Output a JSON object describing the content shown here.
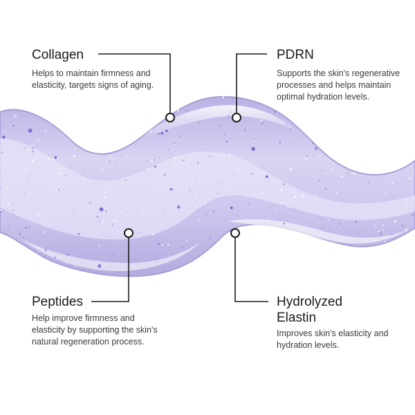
{
  "callouts": {
    "collagen": {
      "title": "Collagen",
      "description": "Helps to maintain firmness and elasticity, targets signs of aging."
    },
    "pdrn": {
      "title": "PDRN",
      "description": "Supports the skin's regenerative processes and helps maintain optimal hydration levels."
    },
    "peptides": {
      "title": "Peptides",
      "description": "Help improve firmness and elasticity by supporting the skin's natural regeneration process."
    },
    "hydrolyzed_elastin": {
      "title": "Hydrolyzed Elastin",
      "description": "Improves skin's elasticity and hydration levels."
    }
  },
  "colors": {
    "gel": "#c8c2ea",
    "gel_edge": "#a79fd6",
    "speck": "#5b52c4",
    "line": "#1a1a1a"
  }
}
